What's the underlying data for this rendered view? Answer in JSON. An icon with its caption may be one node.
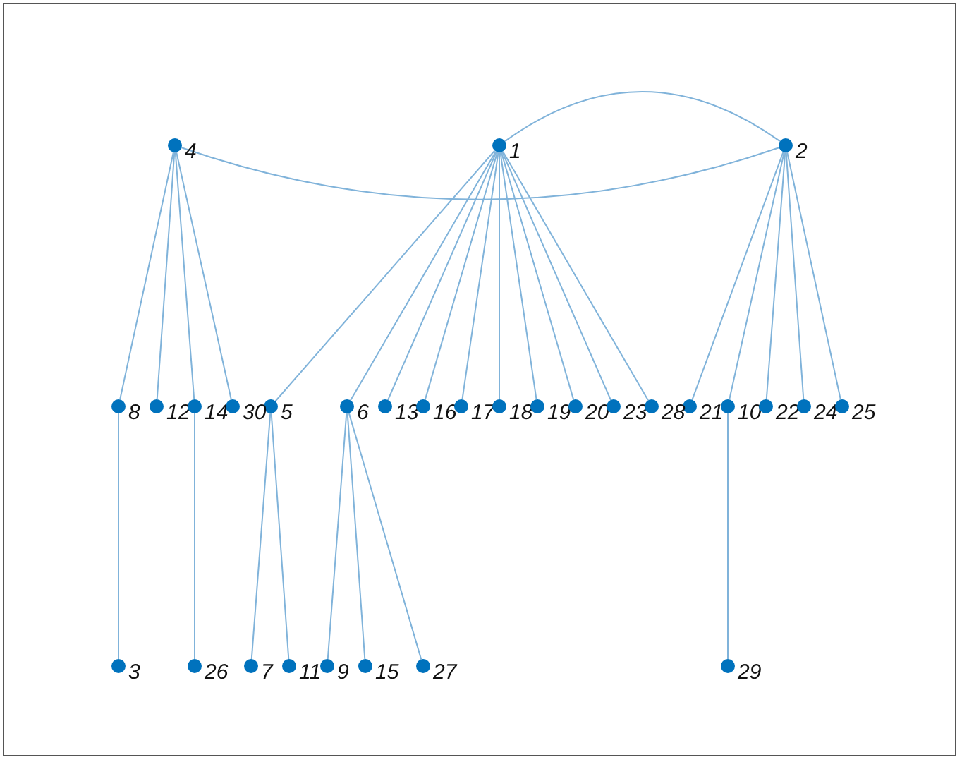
{
  "diagram": {
    "nodes": [
      {
        "text": [
          "1"
        ]
      },
      {
        "text": [
          "2"
        ]
      },
      {
        "text": [
          "3"
        ]
      },
      {
        "text": [
          "4"
        ]
      },
      {
        "text": [
          "5"
        ]
      },
      {
        "text": [
          "6"
        ]
      },
      {
        "text": [
          "7"
        ]
      },
      {
        "text": [
          "8"
        ]
      },
      {
        "text": [
          "9"
        ]
      },
      {
        "text": [
          "10"
        ]
      },
      {
        "text": [
          "11"
        ]
      },
      {
        "text": [
          "12"
        ]
      },
      {
        "text": [
          "13"
        ]
      },
      {
        "text": [
          "14"
        ]
      },
      {
        "text": [
          "15"
        ]
      },
      {
        "text": [
          "16"
        ]
      },
      {
        "text": [
          "17"
        ]
      },
      {
        "text": [
          "18"
        ]
      },
      {
        "text": [
          "19"
        ]
      },
      {
        "text": [
          "20"
        ]
      },
      {
        "text": [
          "21"
        ]
      },
      {
        "text": [
          "22"
        ]
      },
      {
        "text": [
          "23"
        ]
      },
      {
        "text": [
          "24"
        ]
      },
      {
        "text": [
          "25"
        ]
      },
      {
        "text": [
          "26"
        ]
      },
      {
        "text": [
          "27"
        ]
      },
      {
        "text": [
          "28"
        ]
      },
      {
        "text": [
          "29"
        ]
      },
      {
        "text": [
          "30"
        ]
      }
    ],
    "edges": [
      {
        "from": 0,
        "to": 1,
        "arrow": "none"
      },
      {
        "from": 3,
        "to": 1,
        "arrow": "none"
      },
      {
        "from": 3,
        "to": 7,
        "arrow": "none"
      },
      {
        "from": 3,
        "to": 11,
        "arrow": "none"
      },
      {
        "from": 3,
        "to": 13,
        "arrow": "none"
      },
      {
        "from": 3,
        "to": 29,
        "arrow": "none"
      },
      {
        "from": 0,
        "to": 4,
        "arrow": "none"
      },
      {
        "from": 0,
        "to": 5,
        "arrow": "none"
      },
      {
        "from": 0,
        "to": 12,
        "arrow": "none"
      },
      {
        "from": 0,
        "to": 15,
        "arrow": "none"
      },
      {
        "from": 0,
        "to": 16,
        "arrow": "none"
      },
      {
        "from": 0,
        "to": 17,
        "arrow": "none"
      },
      {
        "from": 0,
        "to": 18,
        "arrow": "none"
      },
      {
        "from": 0,
        "to": 19,
        "arrow": "none"
      },
      {
        "from": 0,
        "to": 22,
        "arrow": "none"
      },
      {
        "from": 0,
        "to": 27,
        "arrow": "none"
      },
      {
        "from": 1,
        "to": 20,
        "arrow": "none"
      },
      {
        "from": 1,
        "to": 9,
        "arrow": "none"
      },
      {
        "from": 1,
        "to": 21,
        "arrow": "none"
      },
      {
        "from": 1,
        "to": 23,
        "arrow": "none"
      },
      {
        "from": 1,
        "to": 24,
        "arrow": "none"
      },
      {
        "from": 7,
        "to": 2,
        "arrow": "none"
      },
      {
        "from": 13,
        "to": 25,
        "arrow": "none"
      },
      {
        "from": 4,
        "to": 6,
        "arrow": "none"
      },
      {
        "from": 4,
        "to": 10,
        "arrow": "none"
      },
      {
        "from": 5,
        "to": 8,
        "arrow": "none"
      },
      {
        "from": 5,
        "to": 14,
        "arrow": "none"
      },
      {
        "from": 5,
        "to": 26,
        "arrow": "none"
      },
      {
        "from": 9,
        "to": 28,
        "arrow": "none"
      }
    ]
  }
}
